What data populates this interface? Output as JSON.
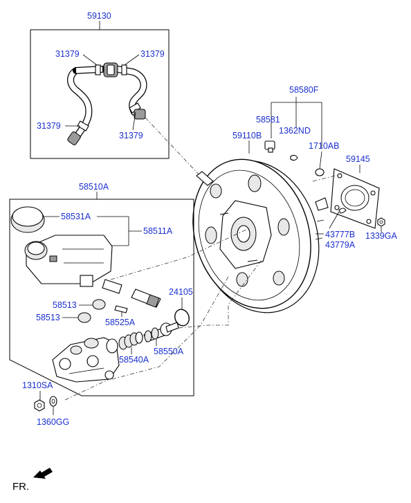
{
  "labels": {
    "l59130": "59130",
    "l31379_tl": "31379",
    "l31379_tr": "31379",
    "l31379_ml": "31379",
    "l31379_mr": "31379",
    "l58580F": "58580F",
    "l58581": "58581",
    "l1362ND": "1362ND",
    "l59110B": "59110B",
    "l1710AB": "1710AB",
    "l59145": "59145",
    "l58510A": "58510A",
    "l58531A": "58531A",
    "l58511A": "58511A",
    "l43777B": "43777B",
    "l43779A": "43779A",
    "l1339GA": "1339GA",
    "l24105": "24105",
    "l58513_a": "58513",
    "l58513_b": "58513",
    "l58525A": "58525A",
    "l58550A": "58550A",
    "l58540A": "58540A",
    "l1310SA": "1310SA",
    "l1360GG": "1360GG",
    "fr": "FR."
  },
  "colors": {
    "label": "#1a2fd0",
    "line": "#000000",
    "background": "#ffffff"
  },
  "icons": {
    "front_direction": "arrow-left-down-icon"
  }
}
